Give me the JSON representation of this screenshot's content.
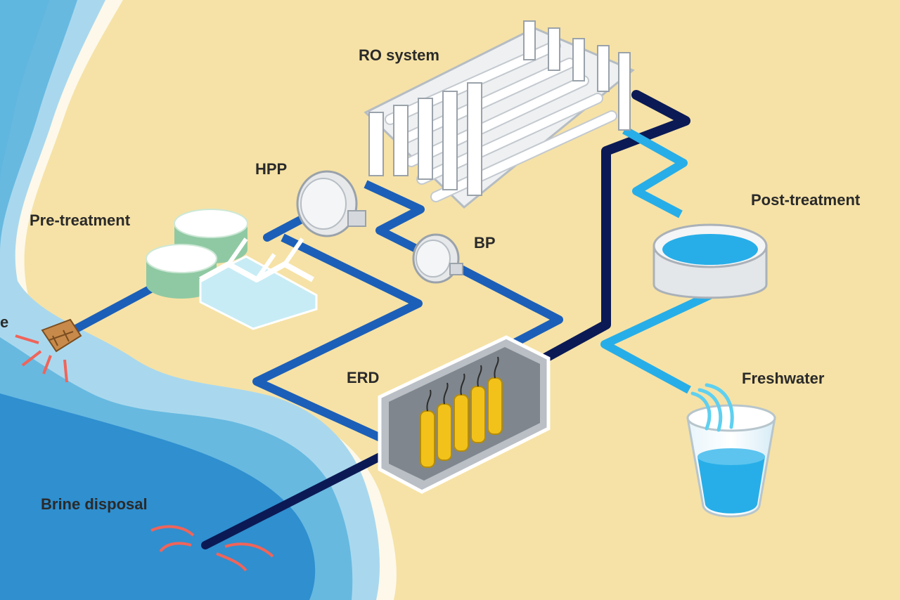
{
  "labels": {
    "ro_system": "RO system",
    "hpp": "HPP",
    "pre_treatment": "Pre-treatment",
    "bp": "BP",
    "post_treatment": "Post-treatment",
    "erd": "ERD",
    "freshwater": "Freshwater",
    "brine_disposal": "Brine disposal",
    "intake_partial": "e"
  },
  "colors": {
    "sand": "#f6e2a6",
    "sea_light": "#a9d8ee",
    "sea_mid": "#5fb6de",
    "sea_deep": "#2f8fcf",
    "feed_pipe": "#1c5fb8",
    "brine_pipe": "#0b1a55",
    "product_pipe": "#27aee8",
    "erd_cylinder": "#f2c21a",
    "flow_arrow": "#f0645a"
  }
}
